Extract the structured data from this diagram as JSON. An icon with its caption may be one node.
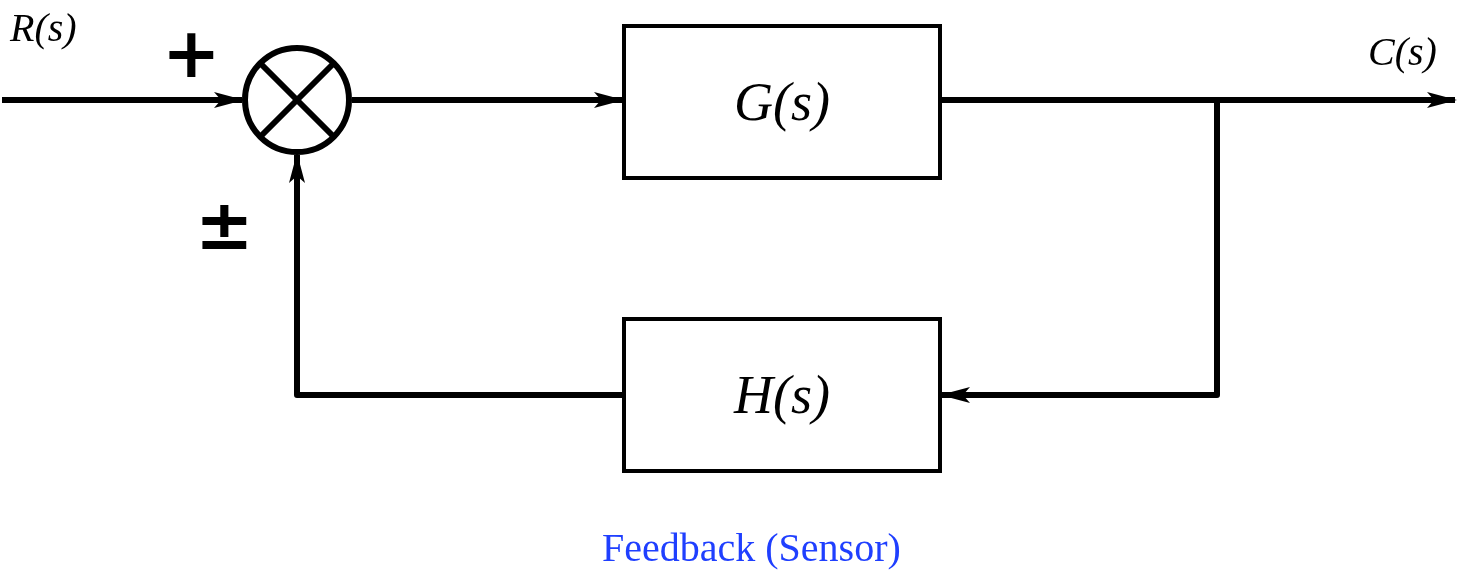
{
  "diagram": {
    "nodes": [
      {
        "text": [],
        "shape": "circle"
      },
      {
        "text": [
          "G(s)"
        ]
      },
      {
        "text": [
          "H(s)"
        ],
        "beside": [
          "Feedback (Sensor)"
        ]
      }
    ],
    "edges": [
      {
        "from": null,
        "to": 0,
        "arrow": "to",
        "label": "R(s)"
      },
      {
        "from": 0,
        "to": 1,
        "arrow": "to"
      },
      {
        "from": 1,
        "to": null,
        "arrow": "to",
        "label": "C(s)"
      },
      {
        "from": 1,
        "to": 2,
        "arrow": "to"
      },
      {
        "from": 2,
        "to": 0,
        "arrow": "to"
      }
    ],
    "labels": [
      "+",
      "±"
    ]
  }
}
